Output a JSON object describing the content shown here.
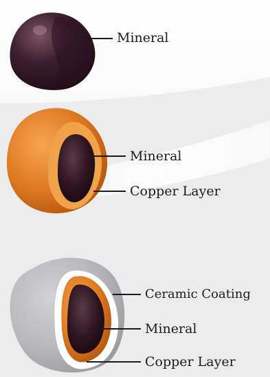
{
  "figures": [
    {
      "labels": [
        "Mineral"
      ]
    },
    {
      "labels": [
        "Mineral",
        "Copper Layer"
      ]
    },
    {
      "labels": [
        "Ceramic Coating",
        "Mineral",
        "Copper Layer"
      ]
    }
  ],
  "colors": {
    "mineral_dark": "#2a1420",
    "mineral_mid": "#4a2a38",
    "copper_outer": "#d9731f",
    "copper_light": "#f2a24a",
    "ceramic_gray": "#b4b4b8",
    "white_gap": "#ffffff",
    "label_line": "#1a1a1a"
  },
  "icons": [
    "mineral-sphere-icon",
    "copper-coated-sphere-icon",
    "ceramic-coated-sphere-icon"
  ]
}
